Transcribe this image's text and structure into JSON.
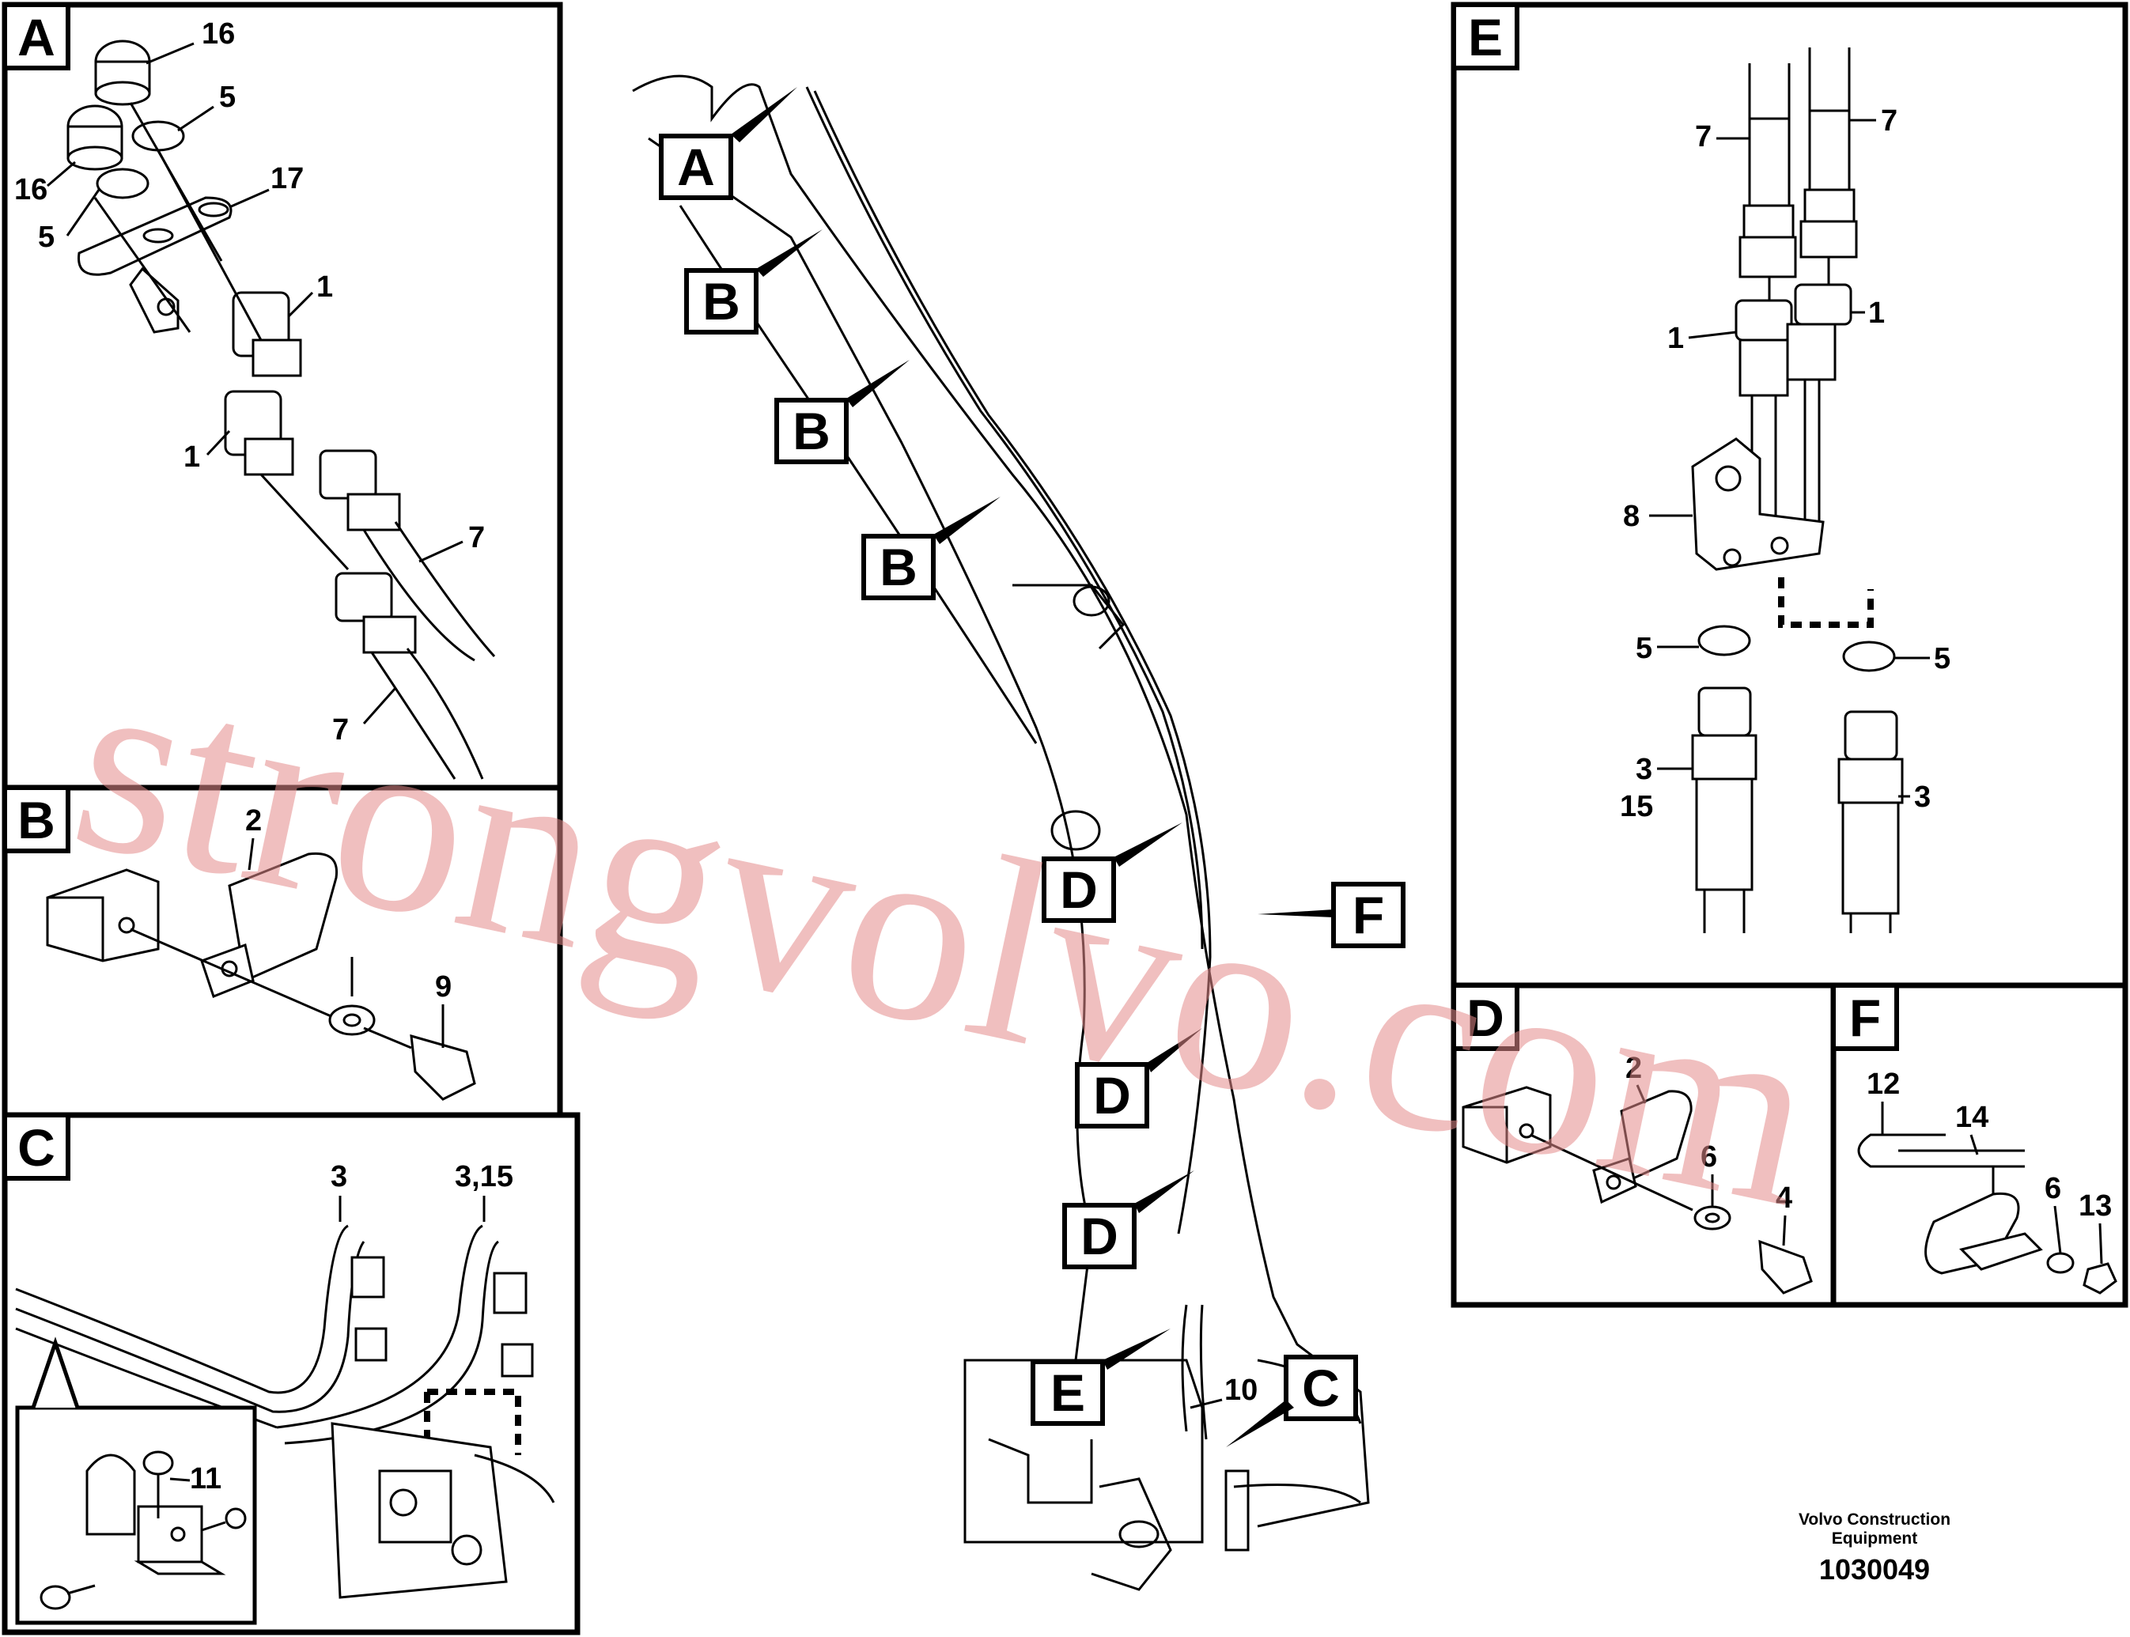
{
  "panels": {
    "A": {
      "letter": "A",
      "callouts": {
        "c16a": "16",
        "c5a": "5",
        "c16b": "16",
        "c17": "17",
        "c5b": "5",
        "c1a": "1",
        "c1b": "1",
        "c7a": "7",
        "c7b": "7"
      }
    },
    "B": {
      "letter": "B",
      "callouts": {
        "c2": "2",
        "c9": "9"
      }
    },
    "C": {
      "letter": "C",
      "callouts": {
        "c3": "3",
        "c315": "3,15",
        "c11": "11"
      }
    },
    "D": {
      "letter": "D",
      "callouts": {
        "c2": "2",
        "c6": "6",
        "c4": "4"
      }
    },
    "E": {
      "letter": "E",
      "callouts": {
        "c7a": "7",
        "c7b": "7",
        "c1a": "1",
        "c1b": "1",
        "c8": "8",
        "c5a": "5",
        "c5b": "5",
        "c3a": "3",
        "c15": "15",
        "c3b": "3"
      }
    },
    "F": {
      "letter": "F",
      "callouts": {
        "c12": "12",
        "c14": "14",
        "c6": "6",
        "c13": "13"
      }
    }
  },
  "main_labels": {
    "A": "A",
    "B1": "B",
    "B2": "B",
    "B3": "B",
    "D1": "D",
    "D2": "D",
    "D3": "D",
    "E": "E",
    "F": "F",
    "C": "C",
    "c10": "10"
  },
  "footer": {
    "line1": "Volvo Construction",
    "line2": "Equipment",
    "drawing_number": "1030049"
  },
  "watermark": "strongvolvo.com"
}
